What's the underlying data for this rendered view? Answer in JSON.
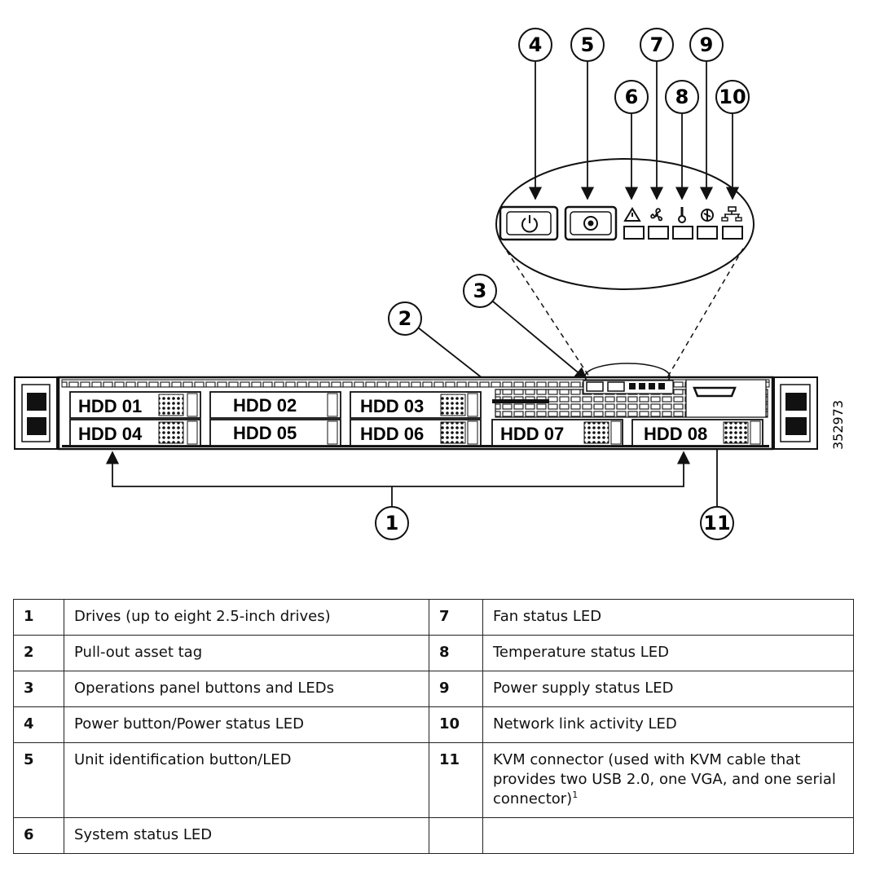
{
  "diagram": {
    "figure_id": "352973",
    "callouts": [
      {
        "id": "callout-1",
        "label": "1"
      },
      {
        "id": "callout-2",
        "label": "2"
      },
      {
        "id": "callout-3",
        "label": "3"
      },
      {
        "id": "callout-4",
        "label": "4"
      },
      {
        "id": "callout-5",
        "label": "5"
      },
      {
        "id": "callout-6",
        "label": "6"
      },
      {
        "id": "callout-7",
        "label": "7"
      },
      {
        "id": "callout-8",
        "label": "8"
      },
      {
        "id": "callout-9",
        "label": "9"
      },
      {
        "id": "callout-10",
        "label": "10"
      },
      {
        "id": "callout-11",
        "label": "11"
      }
    ],
    "drive_bays": [
      "HDD 01",
      "HDD 02",
      "HDD 03",
      "HDD 04",
      "HDD 05",
      "HDD 06",
      "HDD 07",
      "HDD 08"
    ],
    "icons": [
      "power-icon",
      "unit-id-icon",
      "warning-icon",
      "fan-icon",
      "thermometer-icon",
      "power-supply-icon",
      "network-icon"
    ]
  },
  "legend": {
    "rows": [
      {
        "left_num": "1",
        "left_desc": "Drives (up to eight 2.5-inch drives)",
        "right_num": "7",
        "right_desc": "Fan status LED"
      },
      {
        "left_num": "2",
        "left_desc": "Pull-out asset tag",
        "right_num": "8",
        "right_desc": "Temperature status LED"
      },
      {
        "left_num": "3",
        "left_desc": "Operations panel buttons and LEDs",
        "right_num": "9",
        "right_desc": "Power supply status LED"
      },
      {
        "left_num": "4",
        "left_desc": "Power button/Power status LED",
        "right_num": "10",
        "right_desc": "Network link activity LED"
      },
      {
        "left_num": "5",
        "left_desc": "Unit identification button/LED",
        "right_num": "11",
        "right_desc": "KVM connector (used with KVM cable that provides two USB 2.0, one VGA, and one serial connector)",
        "right_footnote": "1"
      },
      {
        "left_num": "6",
        "left_desc": "System status LED",
        "right_num": "",
        "right_desc": ""
      }
    ]
  }
}
